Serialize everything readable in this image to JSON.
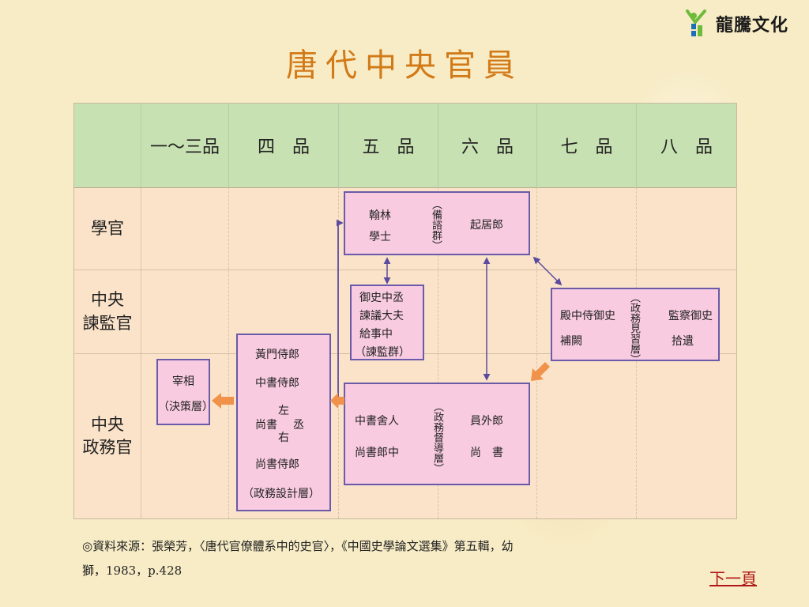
{
  "logo": {
    "text": "龍騰文化",
    "colors": {
      "green": "#6dbb3a",
      "blue": "#1b6fb5"
    }
  },
  "title": "唐代中央官員",
  "columns": [
    "一～三品",
    "四　品",
    "五　品",
    "六　品",
    "七　品",
    "八　品"
  ],
  "rows": [
    {
      "label_lines": [
        "學官"
      ]
    },
    {
      "label_lines": [
        "中央",
        "諫監官"
      ]
    },
    {
      "label_lines": [
        "中央",
        "政務官"
      ]
    }
  ],
  "boxes": {
    "hanlin": {
      "left_line1": "翰林",
      "left_line2": "學士",
      "vertical": "（備諮群）",
      "right": "起居郎"
    },
    "jianjian5": {
      "lines": [
        "御史中丞",
        "諫議大夫",
        "給事中",
        "（諫監群）"
      ]
    },
    "jianjian7": {
      "left_line1": "殿中侍御史",
      "left_line2": "補闕",
      "vertical": "（政務見習層）",
      "right_line1": "監察御史",
      "right_line2": "拾遺"
    },
    "zaixiang": {
      "line1": "宰相",
      "line2": "（決策層）"
    },
    "sheji": {
      "line1": "黃門侍郎",
      "line2": "中書侍郎",
      "zuo": "左",
      "shangshu": "尚書",
      "cheng": "丞",
      "you": "右",
      "line4": "尚書侍郎",
      "line5": "（政務設計層）"
    },
    "dudao": {
      "left_line1": "中書舍人",
      "left_line2": "尚書郎中",
      "vertical": "（政務督導層）",
      "right_line1": "員外郎",
      "right_line2": "尚　書"
    }
  },
  "footnote": {
    "line1": "◎資料來源：張榮芳，〈唐代官僚體系中的史官〉，《中國史學論文選集》第五輯，幼",
    "line2": "獅，1983，p.428"
  },
  "next_page": "下一頁",
  "colors": {
    "title": "#d27a18",
    "header": "#c8e1b2",
    "body": "#fbe3c9",
    "box_fill": "#f8cbe0",
    "box_border": "#6a5aa9",
    "arrow": "#5a4aa0",
    "orange_arrow": "#f0924a",
    "link": "#b01818"
  }
}
